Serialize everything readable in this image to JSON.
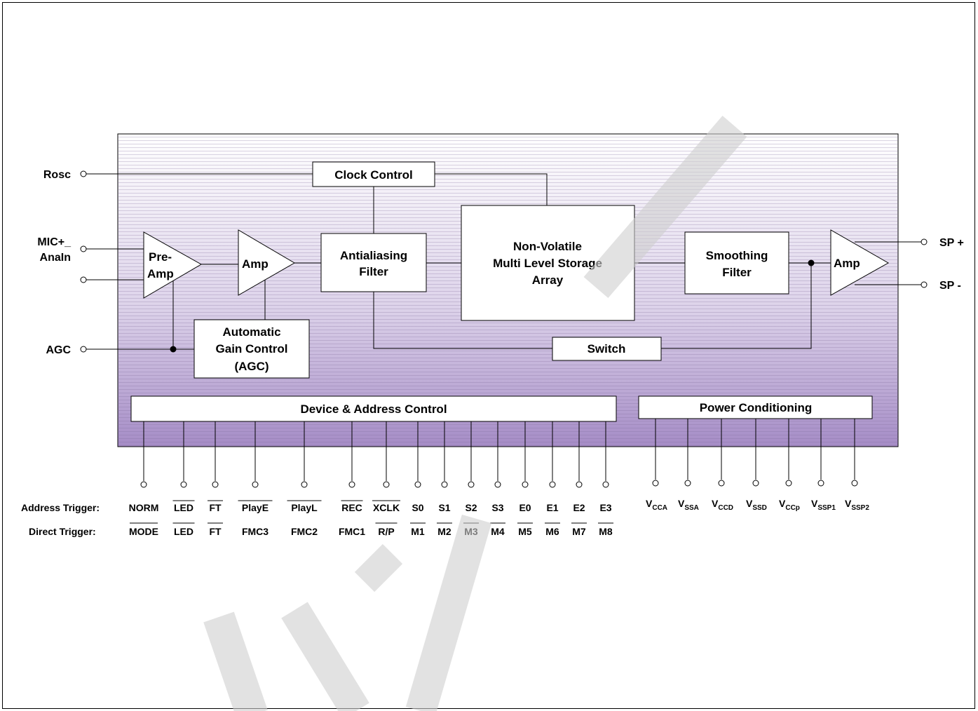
{
  "blocks": {
    "clock_control": "Clock Control",
    "preamp": [
      "Pre-",
      "Amp"
    ],
    "amp1": "Amp",
    "antialiasing": [
      "Antialiasing",
      "Filter"
    ],
    "storage": [
      "Non-Volatile",
      "Multi Level Storage",
      "Array"
    ],
    "smoothing": [
      "Smoothing",
      "Filter"
    ],
    "amp2": "Amp",
    "agc": [
      "Automatic",
      "Gain Control",
      "(AGC)"
    ],
    "switch": "Switch",
    "device_address": "Device & Address Control",
    "power": "Power Conditioning"
  },
  "external_pins": {
    "rosc": "Rosc",
    "mic": [
      "MIC+_",
      "AnaIn"
    ],
    "agc": "AGC",
    "sp_plus": "SP +",
    "sp_minus": "SP -"
  },
  "pin_rows": {
    "address_trigger_label": "Address Trigger:",
    "direct_trigger_label": "Direct Trigger:",
    "address_trigger": [
      "NORM",
      "LED",
      "FT",
      "PlayE",
      "PlayL",
      "REC",
      "XCLK",
      "S0",
      "S1",
      "S2",
      "S3",
      "E0",
      "E1",
      "E2",
      "E3"
    ],
    "address_overline": [
      false,
      true,
      true,
      true,
      true,
      true,
      true,
      false,
      false,
      false,
      false,
      false,
      false,
      false,
      false
    ],
    "direct_trigger": [
      "MODE",
      "LED",
      "FT",
      "FMC3",
      "FMC2",
      "FMC1",
      "R/P",
      "M1",
      "M2",
      "M3",
      "M4",
      "M5",
      "M6",
      "M7",
      "M8"
    ],
    "direct_overline": [
      true,
      true,
      true,
      false,
      false,
      false,
      true,
      true,
      true,
      true,
      true,
      true,
      true,
      true,
      true
    ]
  },
  "power_pins": [
    {
      "main": "V",
      "sub": "CCA"
    },
    {
      "main": "V",
      "sub": "SSA"
    },
    {
      "main": "V",
      "sub": "CCD"
    },
    {
      "main": "V",
      "sub": "SSD"
    },
    {
      "main": "V",
      "sub": "CCp"
    },
    {
      "main": "V",
      "sub": "SSP1"
    },
    {
      "main": "V",
      "sub": "SSP2"
    }
  ],
  "colors": {
    "chip_top": "#ffffff",
    "chip_bottom": "#a58cc6",
    "watermark": "#d4d4d4"
  }
}
